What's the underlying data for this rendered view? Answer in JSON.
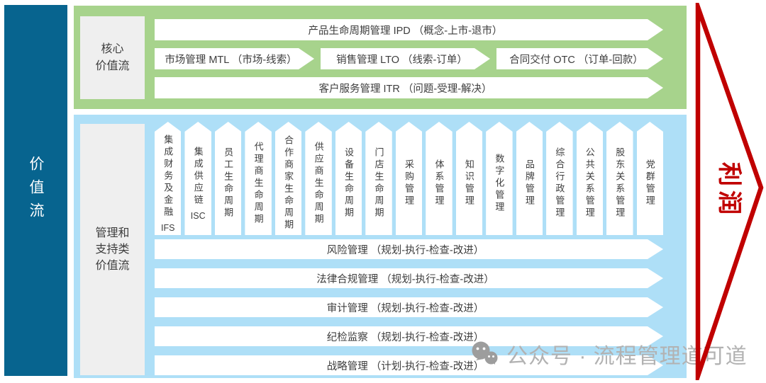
{
  "left_bar": {
    "label": "价值流"
  },
  "core": {
    "label": "核心\n价值流",
    "rows": {
      "ipd": "产品生命周期管理 IPD （概念-上市-退市）",
      "mtl": "市场管理 MTL （市场-线索）",
      "lto": "销售管理 LTO （线索-订单）",
      "otc": "合同交付 OTC （订单-回款）",
      "itr": "客户服务管理 ITR （问题-受理-解决）"
    }
  },
  "support": {
    "label": "管理和\n支持类\n价值流",
    "columns": [
      {
        "text": "集成财务及金融",
        "code": "IFS"
      },
      {
        "text": "集成供应链",
        "code": "ISC"
      },
      {
        "text": "员工生命周期"
      },
      {
        "text": "代理商生命周期"
      },
      {
        "text": "合作商家生命周期"
      },
      {
        "text": "供应商生命周期"
      },
      {
        "text": "设备生命周期"
      },
      {
        "text": "门店生命周期"
      },
      {
        "text": "采购管理"
      },
      {
        "text": "体系管理"
      },
      {
        "text": "知识管理"
      },
      {
        "text": "数字化管理"
      },
      {
        "text": "品牌管理"
      },
      {
        "text": "综合行政管理"
      },
      {
        "text": "公共关系管理"
      },
      {
        "text": "股东关系管理"
      },
      {
        "text": "党群管理"
      }
    ],
    "bars": [
      "风险管理 （规划-执行-检查-改进）",
      "法律合规管理 （规划-执行-检查-改进）",
      "审计管理 （规划-执行-检查-改进）",
      "纪检监察 （规划-执行-检查-改进）",
      "战略管理 （计划-执行-检查-改进）"
    ]
  },
  "profit": {
    "label": "利润"
  },
  "watermark": {
    "icon": "wechat-icon",
    "text": "公众号 · 流程管理道可道"
  },
  "colors": {
    "teal": "#07648f",
    "green": "#a7d38c",
    "light_blue": "#aedff7",
    "red": "#c00000",
    "label_gray": "#efefef",
    "watermark_gray": "#b2b2b2"
  }
}
